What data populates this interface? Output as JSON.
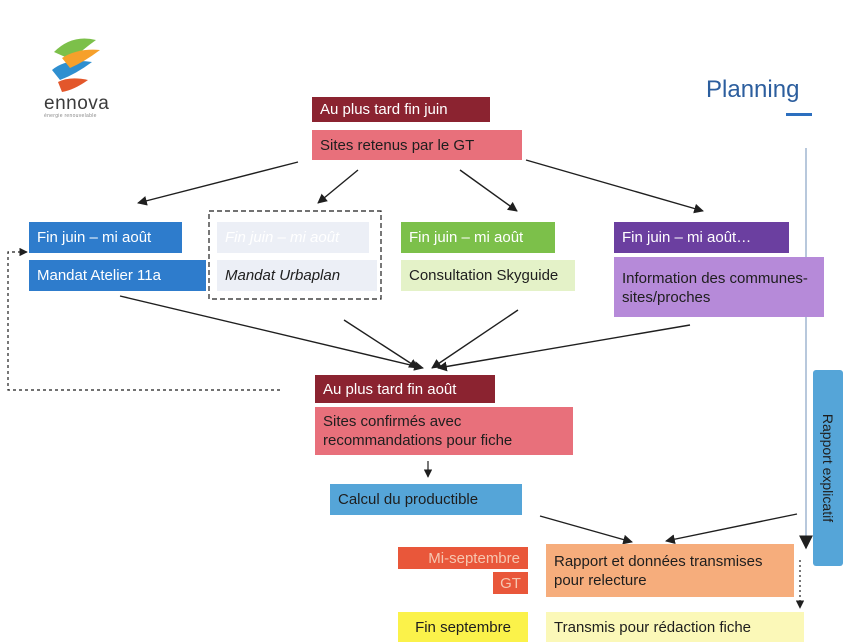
{
  "logo": {
    "name": "ennova",
    "tagline": "énergie renouvelable"
  },
  "title": "Planning",
  "side_label": "Rapport explicatif",
  "top": {
    "deadline": "Au plus tard fin juin",
    "task": "Sites retenus par le GT"
  },
  "columns": [
    {
      "date": "Fin juin – mi août",
      "task": "Mandat Atelier 11a"
    },
    {
      "date": "Fin juin – mi août",
      "task": "Mandat Urbaplan"
    },
    {
      "date": "Fin juin – mi août",
      "task": "Consultation Skyguide"
    },
    {
      "date": "Fin juin – mi août…",
      "task": "Information des communes-sites/proches"
    }
  ],
  "middle": {
    "deadline": "Au plus tard fin août",
    "task": "Sites confirmés avec recommandations pour fiche",
    "calc": "Calcul du productible"
  },
  "bottom": {
    "date1": "Mi-septembre",
    "actor": "GT",
    "task1": "Rapport et données transmises pour relecture",
    "date2": "Fin septembre",
    "task2": "Transmis pour rédaction fiche"
  },
  "colors": {
    "dark_red": "#8b2330",
    "pink": "#e8707b",
    "blue": "#2e7ccc",
    "light_blue": "#55a5d8",
    "green": "#7cc04a",
    "light_green": "#e4f2c8",
    "purple": "#6b3fa0",
    "light_purple": "#b68ad9",
    "orange_red": "#e9573a",
    "orange": "#f6ad7c",
    "yellow": "#fbf24a",
    "light_yellow": "#fbf8b8",
    "title_blue": "#2c5e9e"
  }
}
